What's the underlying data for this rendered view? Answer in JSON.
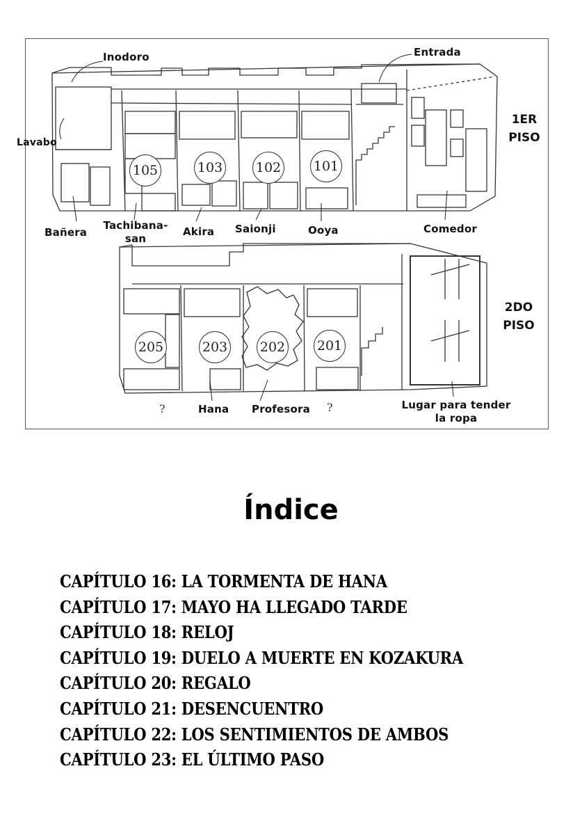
{
  "floor_plan": {
    "floors": {
      "first": [
        "1ER",
        "PISO"
      ],
      "second": [
        "2DO",
        "PISO"
      ]
    },
    "rooms_first": [
      "105",
      "103",
      "102",
      "101"
    ],
    "rooms_second": [
      "205",
      "203",
      "202",
      "201"
    ],
    "labels": {
      "inodoro": "Inodoro",
      "entrada": "Entrada",
      "lavabo": "Lavabo",
      "banera": "Bañera",
      "tachibana": [
        "Tachibana-",
        "san"
      ],
      "akira": "Akira",
      "saionji": "Saionji",
      "ooya": "Ooya",
      "comedor": "Comedor",
      "hana": "Hana",
      "profesora": "Profesora",
      "unknown": "?",
      "lugar": [
        "Lugar para tender",
        "la ropa"
      ]
    }
  },
  "index": {
    "title": "Índice",
    "chapters": [
      "CAPÍTULO 16: LA TORMENTA DE HANA",
      "CAPÍTULO 17: MAYO HA LLEGADO TARDE",
      "CAPÍTULO 18: RELOJ",
      "CAPÍTULO 19: DUELO A MUERTE EN KOZAKURA",
      "CAPÍTULO 20: REGALO",
      "CAPÍTULO 21: DESENCUENTRO",
      "CAPÍTULO 22: LOS SENTIMIENTOS DE AMBOS",
      "CAPÍTULO 23: EL ÚLTIMO PASO"
    ]
  }
}
